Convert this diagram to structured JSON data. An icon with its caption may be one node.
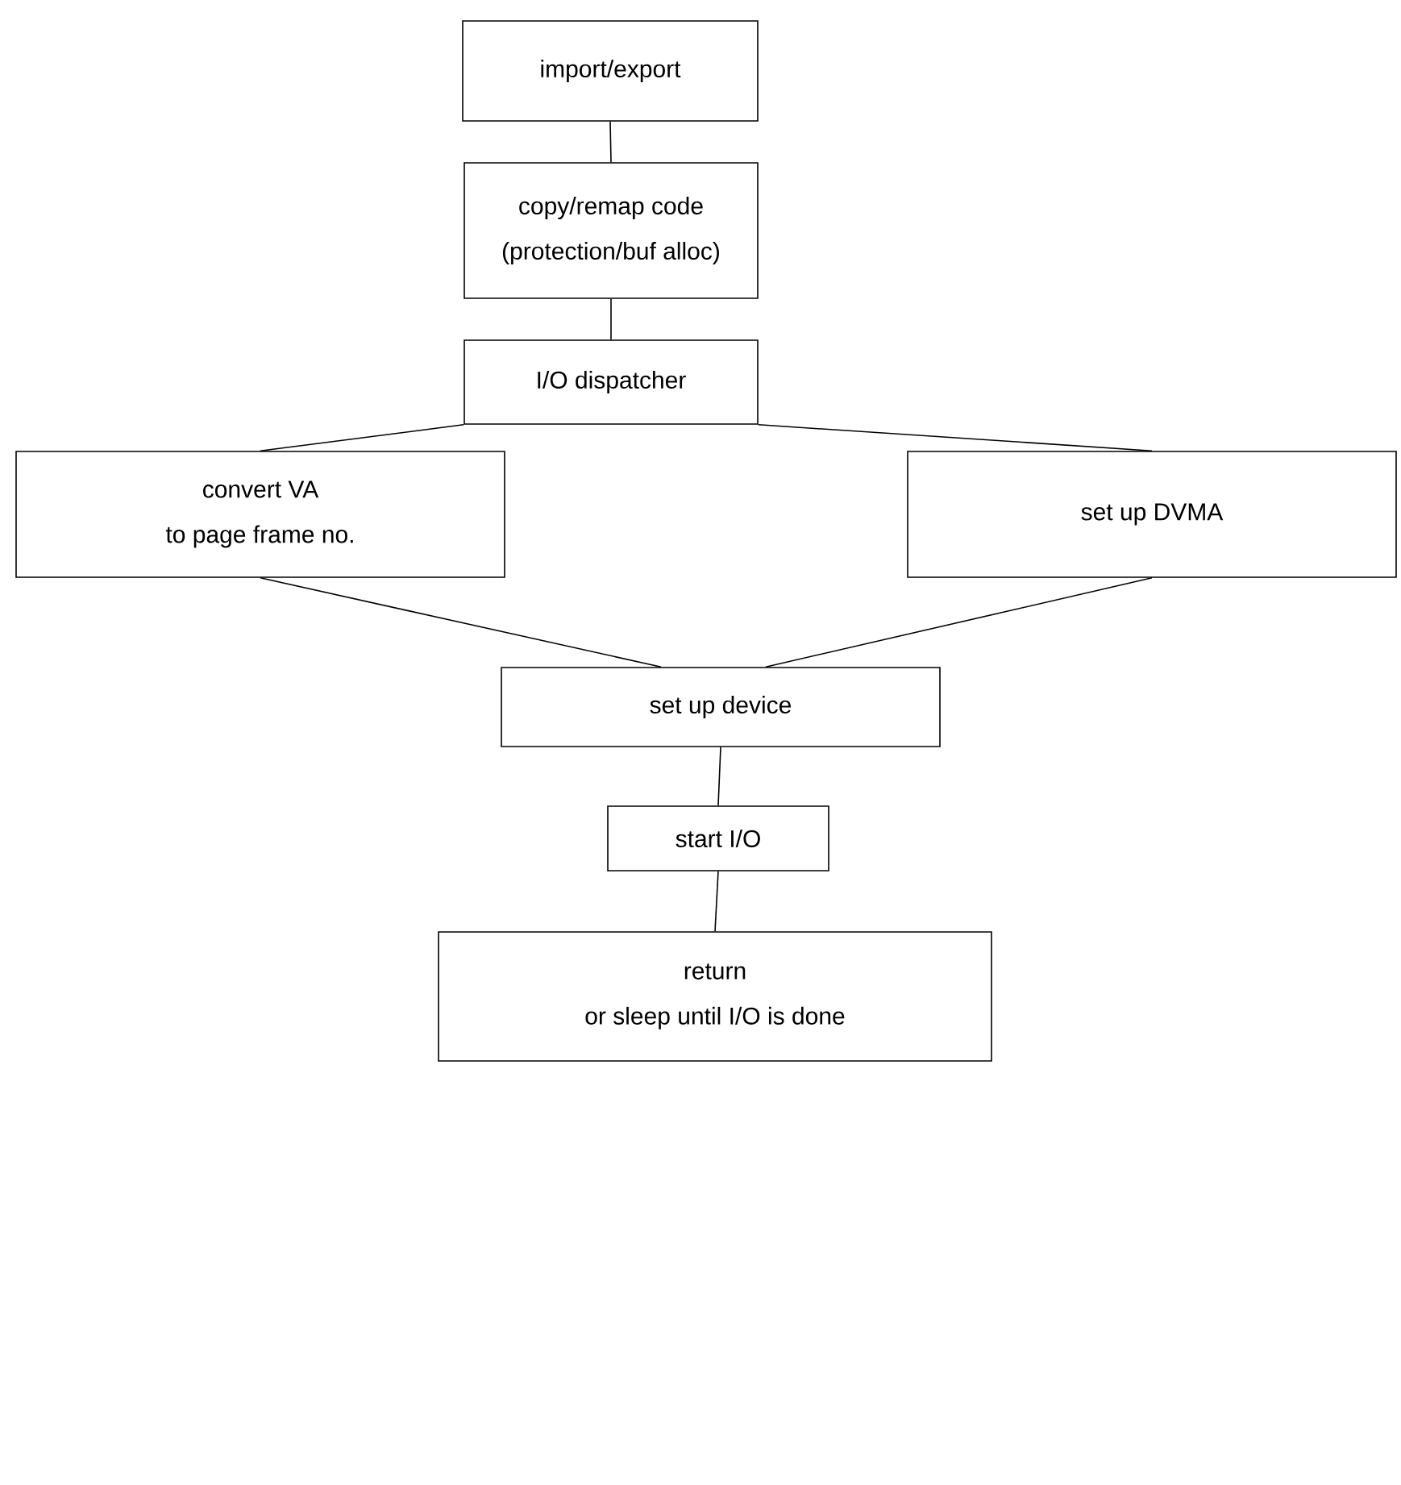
{
  "diagram": {
    "nodes": [
      {
        "text": [
          "import/export"
        ]
      },
      {
        "text": [
          "copy/remap code",
          "(protection/buf alloc)"
        ]
      },
      {
        "text": [
          "I/O dispatcher"
        ]
      },
      {
        "text": [
          "convert VA",
          "to page frame no."
        ]
      },
      {
        "text": [
          "set up DVMA"
        ]
      },
      {
        "text": [
          "set up device"
        ]
      },
      {
        "text": [
          "start I/O"
        ]
      },
      {
        "text": [
          "return",
          "or sleep until I/O is done"
        ]
      }
    ],
    "edges": [
      {
        "from": 0,
        "to": 1,
        "arrow": "none"
      },
      {
        "from": 1,
        "to": 2,
        "arrow": "none"
      },
      {
        "from": 2,
        "to": 3,
        "arrow": "none"
      },
      {
        "from": 2,
        "to": 4,
        "arrow": "none"
      },
      {
        "from": 3,
        "to": 5,
        "arrow": "none"
      },
      {
        "from": 4,
        "to": 5,
        "arrow": "none"
      },
      {
        "from": 5,
        "to": 6,
        "arrow": "none"
      },
      {
        "from": 6,
        "to": 7,
        "arrow": "none"
      }
    ]
  }
}
